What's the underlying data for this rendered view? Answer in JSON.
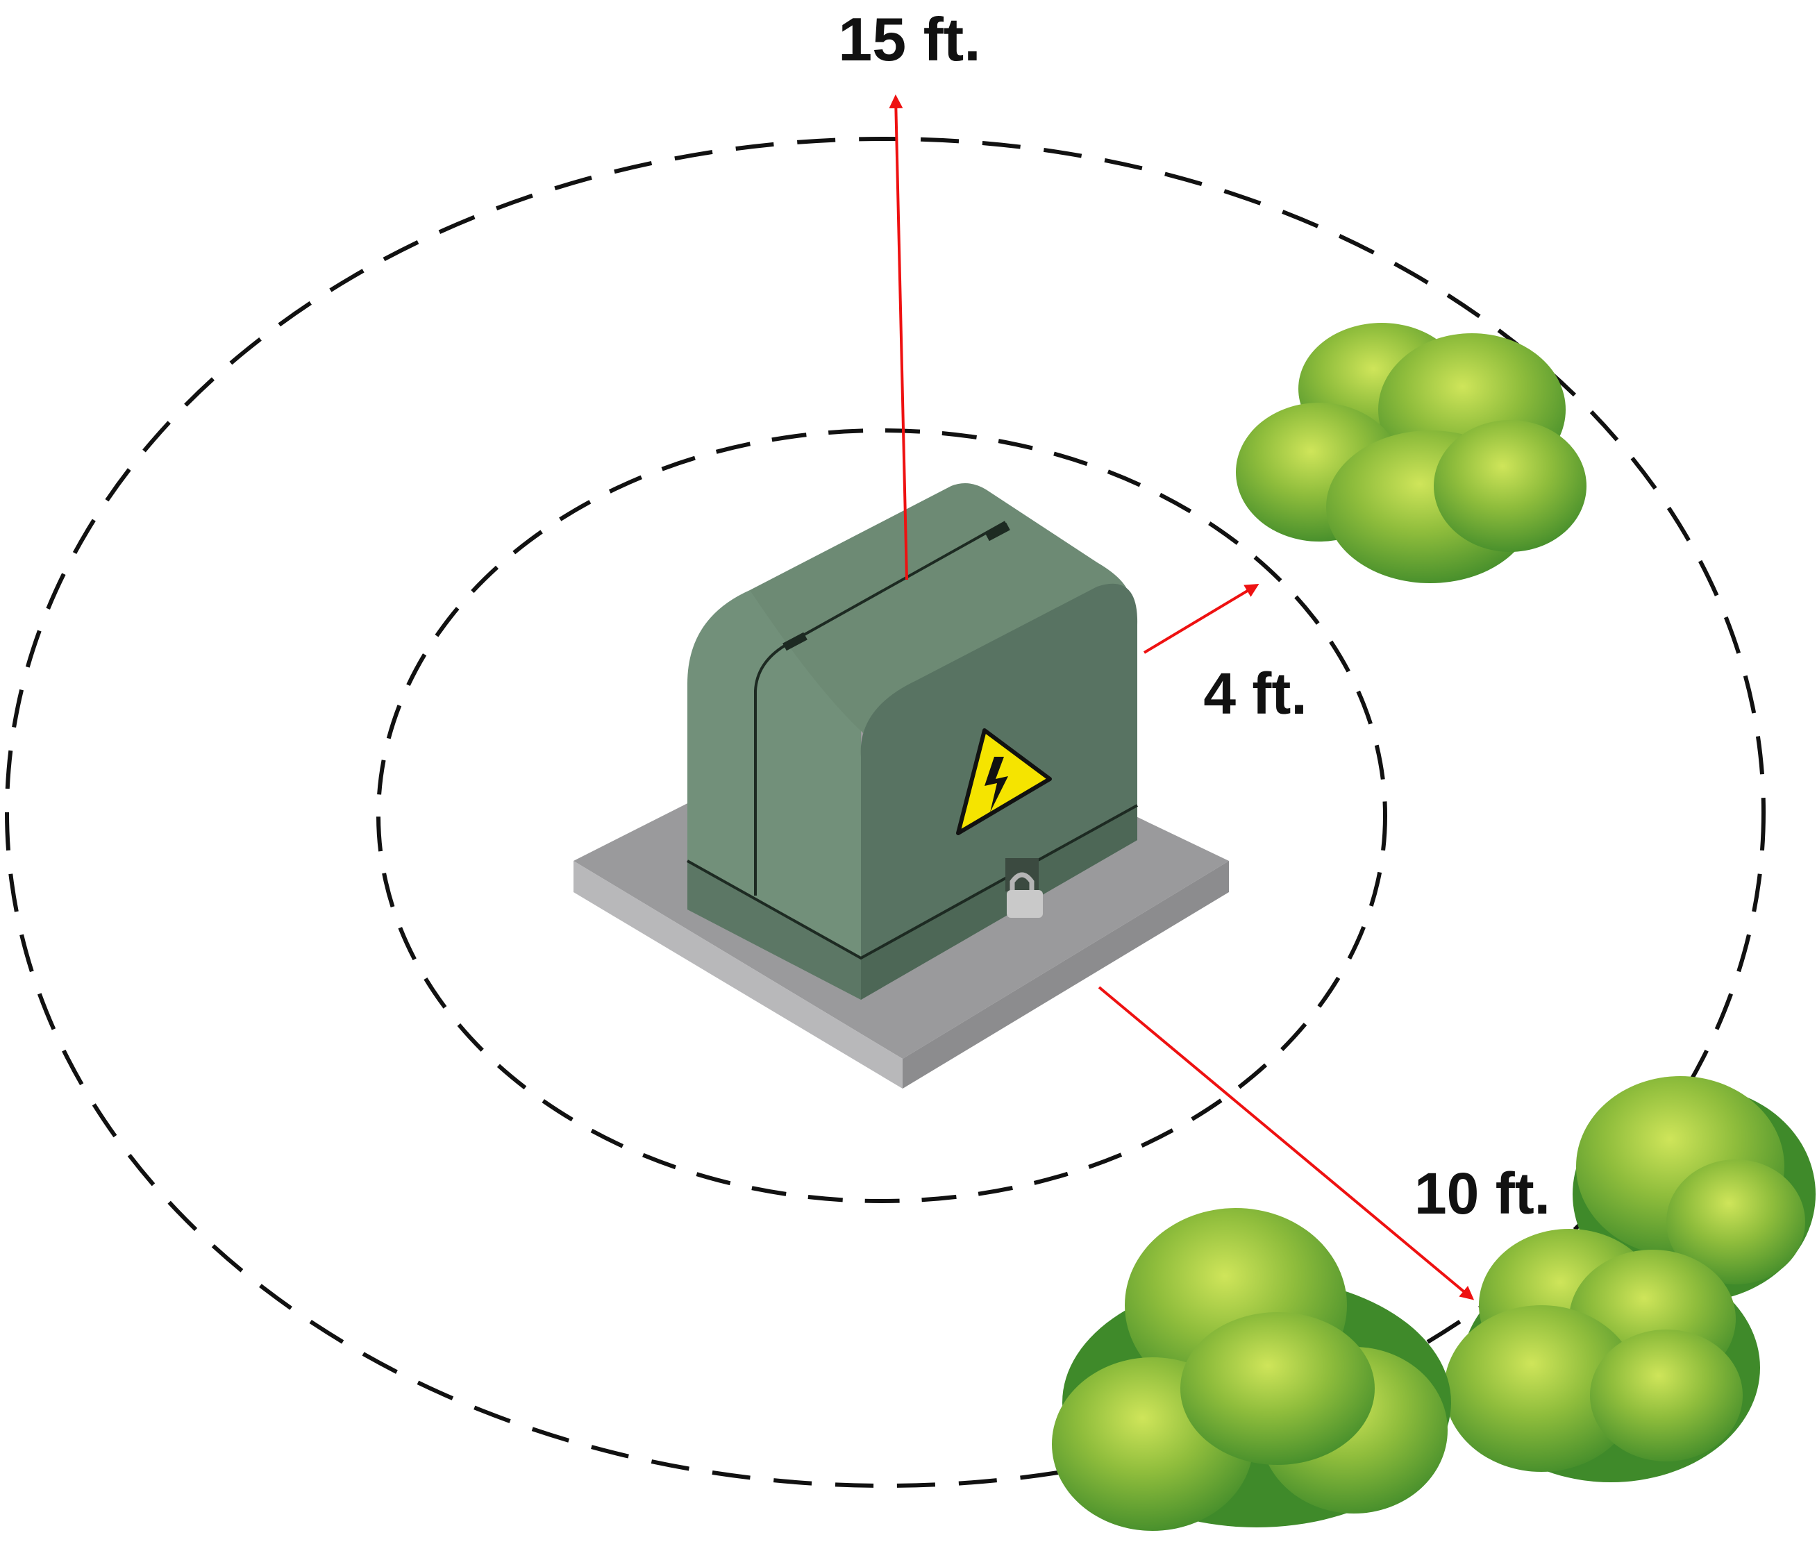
{
  "distances": {
    "top_label": "15 ft.",
    "right_label": "4 ft.",
    "bottom_label": "10 ft."
  },
  "colors": {
    "arrow": "#ee1111",
    "ring": "#111111",
    "box_light": "#72907a",
    "box_dark": "#587362",
    "base_top": "#9a9a9c",
    "base_side_light": "#b8b8ba",
    "base_side_dark": "#8c8c8e",
    "warning_yellow": "#f5e400",
    "foliage_dark": "#3f8a2a",
    "foliage_mid": "#6aaa30",
    "foliage_light": "#b8d94a"
  },
  "icons": {
    "warning": "high-voltage-warning-icon",
    "lock": "padlock-icon"
  }
}
